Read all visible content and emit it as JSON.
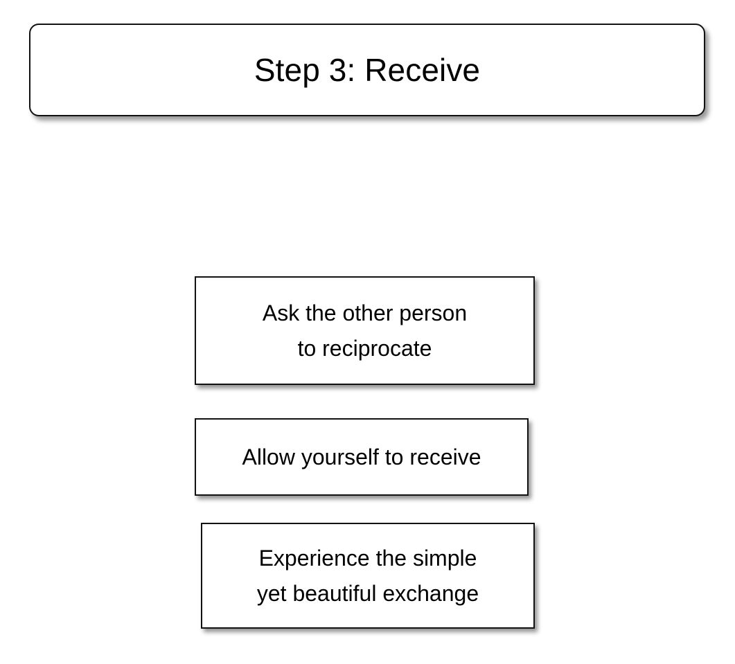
{
  "diagram": {
    "title_node": {
      "label": "Step 3: Receive",
      "shape": "rounded-rectangle",
      "fill": "#ffffff",
      "stroke": "#111111"
    },
    "steps": [
      {
        "id": "ask-reciprocate",
        "label": "Ask the other person\nto reciprocate",
        "shape": "rectangle",
        "fill": "#ffffff",
        "stroke": "#111111"
      },
      {
        "id": "allow-receive",
        "label": "Allow yourself to receive",
        "shape": "rectangle",
        "fill": "#ffffff",
        "stroke": "#111111"
      },
      {
        "id": "experience-exchange",
        "label": "Experience the simple\nyet beautiful exchange",
        "shape": "rectangle",
        "fill": "#ffffff",
        "stroke": "#111111"
      }
    ],
    "canvas": {
      "background": "#ffffff"
    }
  }
}
